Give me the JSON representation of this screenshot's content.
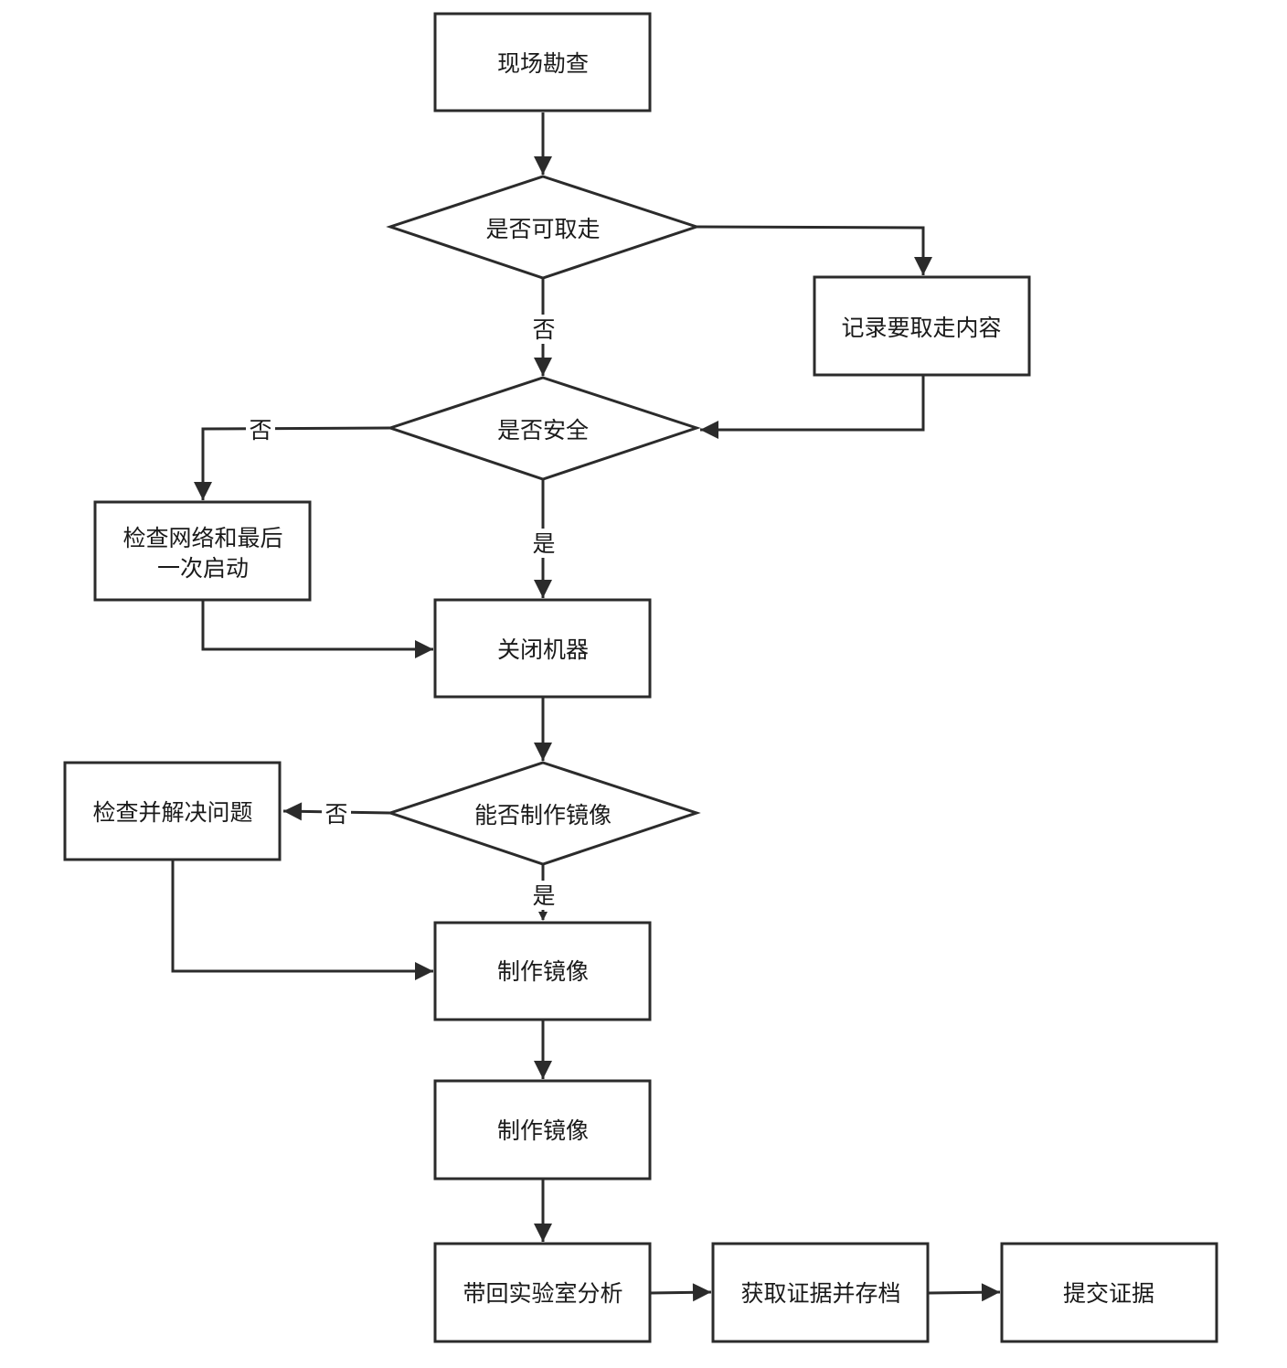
{
  "nodes": {
    "site_survey": "现场勘查",
    "can_take_away": "是否可取走",
    "record_items": "记录要取走内容",
    "is_safe": "是否安全",
    "check_network_line1": "检查网络和最后",
    "check_network_line2": "一次启动",
    "shutdown": "关闭机器",
    "can_image": "能否制作镜像",
    "fix_problem": "检查并解决问题",
    "make_image_1": "制作镜像",
    "make_image_2": "制作镜像",
    "lab_analysis": "带回实验室分析",
    "archive_evidence": "获取证据并存档",
    "submit_evidence": "提交证据"
  },
  "edge_labels": {
    "take_no": "否",
    "safe_no": "否",
    "safe_yes": "是",
    "image_no": "否",
    "image_yes": "是"
  },
  "colors": {
    "stroke": "#2b2b2b",
    "text": "#1a1a1a",
    "background": "#ffffff"
  }
}
